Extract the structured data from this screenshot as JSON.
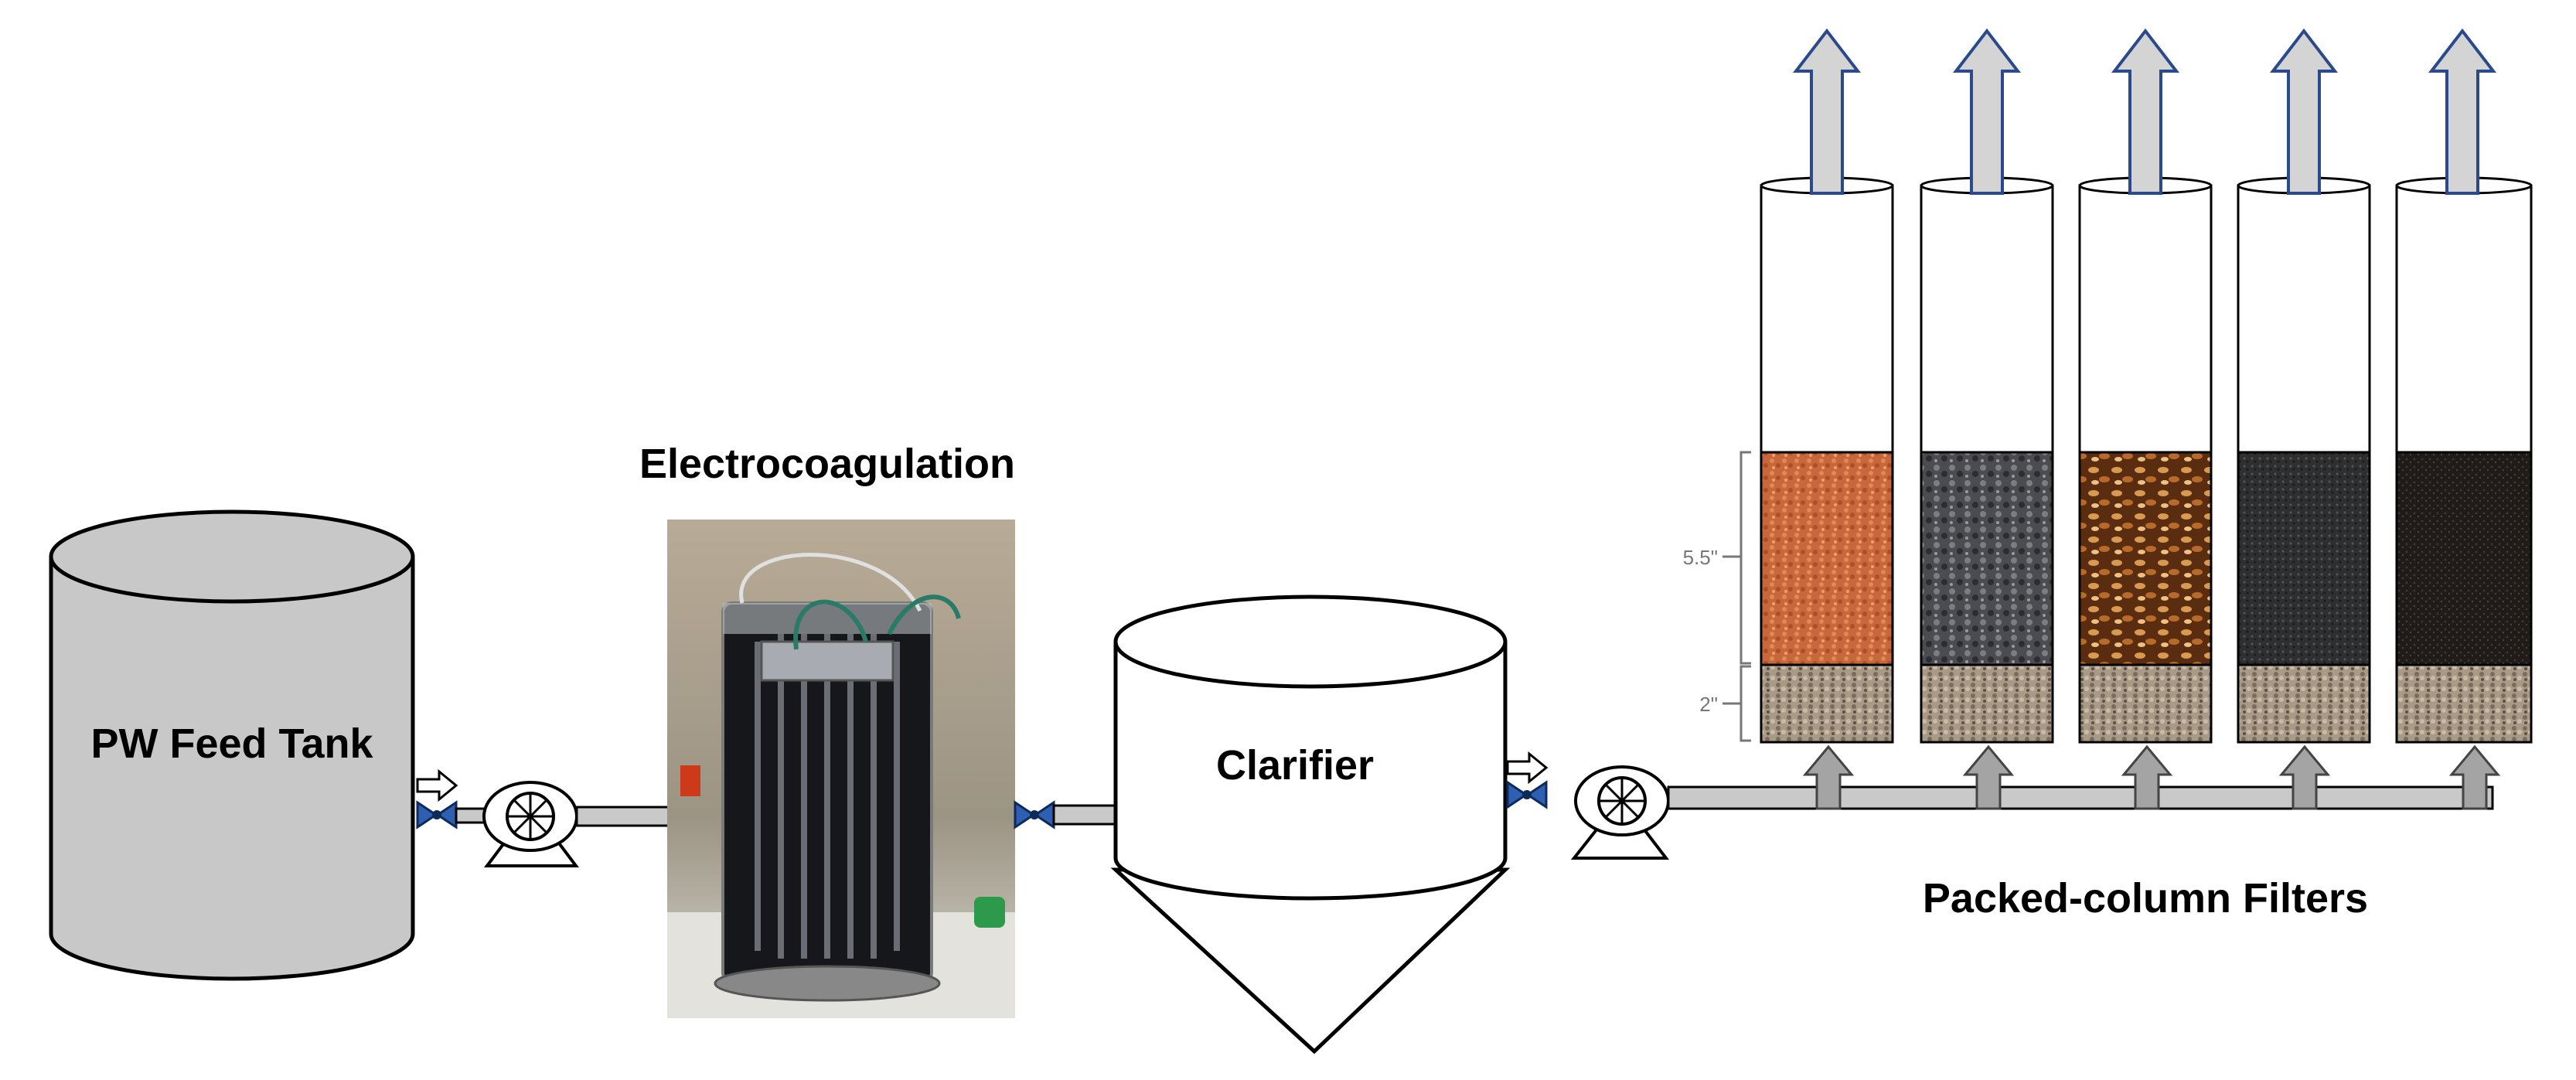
{
  "labels": {
    "feed_tank": "PW Feed Tank",
    "electrocoagulation": "Electrocoagulation",
    "clarifier": "Clarifier",
    "filters": "Packed-column Filters",
    "media_height": "5.5\"",
    "gravel_height": "2\""
  },
  "columns": [
    {
      "media": "orange-granules",
      "color": "#c8673b"
    },
    {
      "media": "grey-granules",
      "color": "#4a4c50"
    },
    {
      "media": "brown-chips",
      "color": "#8a4a1c"
    },
    {
      "media": "dark-fine-granules",
      "color": "#2e2f31"
    },
    {
      "media": "black-fine-granules",
      "color": "#1e1b18"
    }
  ],
  "colors": {
    "tank_fill": "#c8c8c8",
    "pipe_fill": "#c9c9c9",
    "arrow_fill": "#d4d4d4",
    "arrow_stroke": "#2b4a8c",
    "valve_fill": "#2f5fb0",
    "gravel": "#a89a86"
  }
}
